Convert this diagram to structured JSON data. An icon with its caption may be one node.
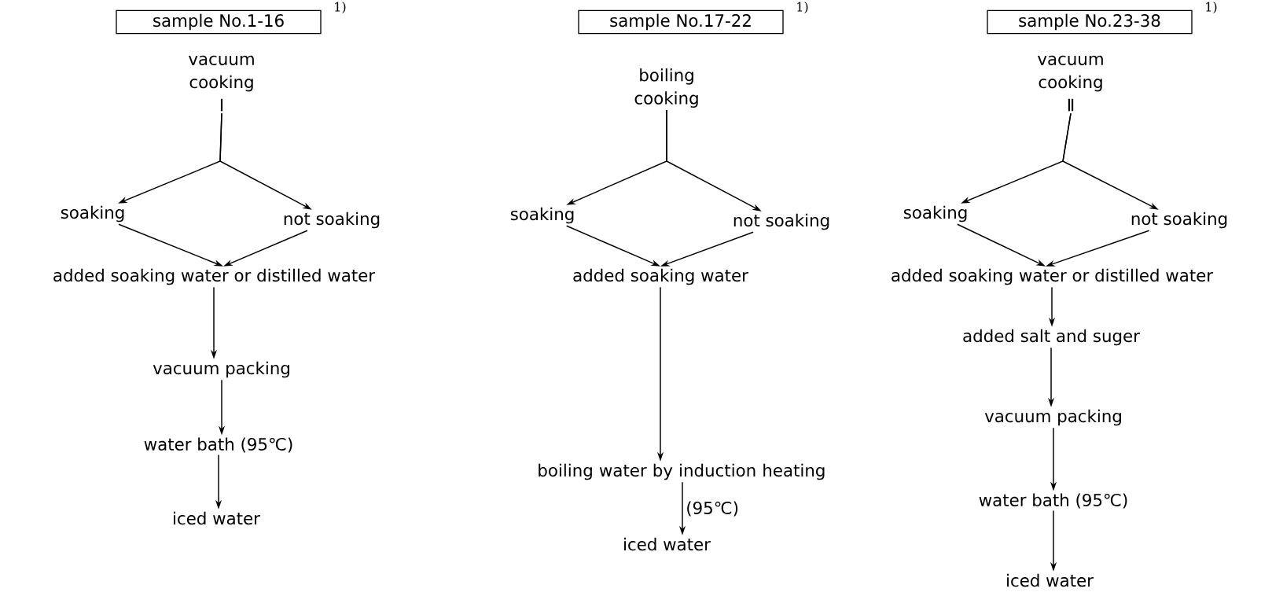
{
  "diagram": {
    "nodes": [
      {
        "text": [
          "sample No.1-16"
        ],
        "beside": [
          "1)"
        ]
      },
      {
        "text": [
          "vacuum cooking Ⅰ"
        ]
      },
      {
        "text": [
          "soaking"
        ]
      },
      {
        "text": [
          "not soaking"
        ]
      },
      {
        "text": [
          "added soaking water or distilled water"
        ]
      },
      {
        "text": [
          "vacuum packing"
        ]
      },
      {
        "text": [
          "water bath (95℃)"
        ]
      },
      {
        "text": [
          "iced water"
        ]
      },
      {
        "text": [
          "sample No.17-22"
        ],
        "beside": [
          "1)"
        ]
      },
      {
        "text": [
          "boiling cooking"
        ]
      },
      {
        "text": [
          "soaking"
        ]
      },
      {
        "text": [
          "not soaking"
        ]
      },
      {
        "text": [
          "added soaking water"
        ]
      },
      {
        "text": [
          "boiling water by induction heating"
        ]
      },
      {
        "text": [
          "iced water"
        ]
      },
      {
        "text": [
          "sample No.23-38"
        ],
        "beside": [
          "1)"
        ]
      },
      {
        "text": [
          "vacuum cooking Ⅱ"
        ]
      },
      {
        "text": [
          "soaking"
        ]
      },
      {
        "text": [
          "not soaking"
        ]
      },
      {
        "text": [
          "added soaking water or distilled water"
        ]
      },
      {
        "text": [
          "added salt and suger"
        ]
      },
      {
        "text": [
          "vacuum packing"
        ]
      },
      {
        "text": [
          "water bath (95℃)"
        ]
      },
      {
        "text": [
          "iced water"
        ]
      }
    ],
    "edges": [
      {
        "from": 1,
        "to": 2,
        "arrow": "to"
      },
      {
        "from": 1,
        "to": 3,
        "arrow": "to"
      },
      {
        "from": 2,
        "to": 4,
        "arrow": "to"
      },
      {
        "from": 3,
        "to": 4,
        "arrow": "to"
      },
      {
        "from": 4,
        "to": 5,
        "arrow": "to"
      },
      {
        "from": 5,
        "to": 6,
        "arrow": "to"
      },
      {
        "from": 6,
        "to": 7,
        "arrow": "to"
      },
      {
        "from": 9,
        "to": 10,
        "arrow": "to"
      },
      {
        "from": 9,
        "to": 11,
        "arrow": "to"
      },
      {
        "from": 10,
        "to": 12,
        "arrow": "to"
      },
      {
        "from": 11,
        "to": 12,
        "arrow": "to"
      },
      {
        "from": 12,
        "to": 13,
        "arrow": "to"
      },
      {
        "from": 13,
        "to": 14,
        "arrow": "to",
        "label": "(95℃)"
      },
      {
        "from": 16,
        "to": 17,
        "arrow": "to"
      },
      {
        "from": 16,
        "to": 18,
        "arrow": "to"
      },
      {
        "from": 17,
        "to": 19,
        "arrow": "to"
      },
      {
        "from": 18,
        "to": 19,
        "arrow": "to"
      },
      {
        "from": 19,
        "to": 20,
        "arrow": "to"
      },
      {
        "from": 20,
        "to": 21,
        "arrow": "to"
      },
      {
        "from": 21,
        "to": 22,
        "arrow": "to"
      },
      {
        "from": 22,
        "to": 23,
        "arrow": "to"
      }
    ]
  }
}
